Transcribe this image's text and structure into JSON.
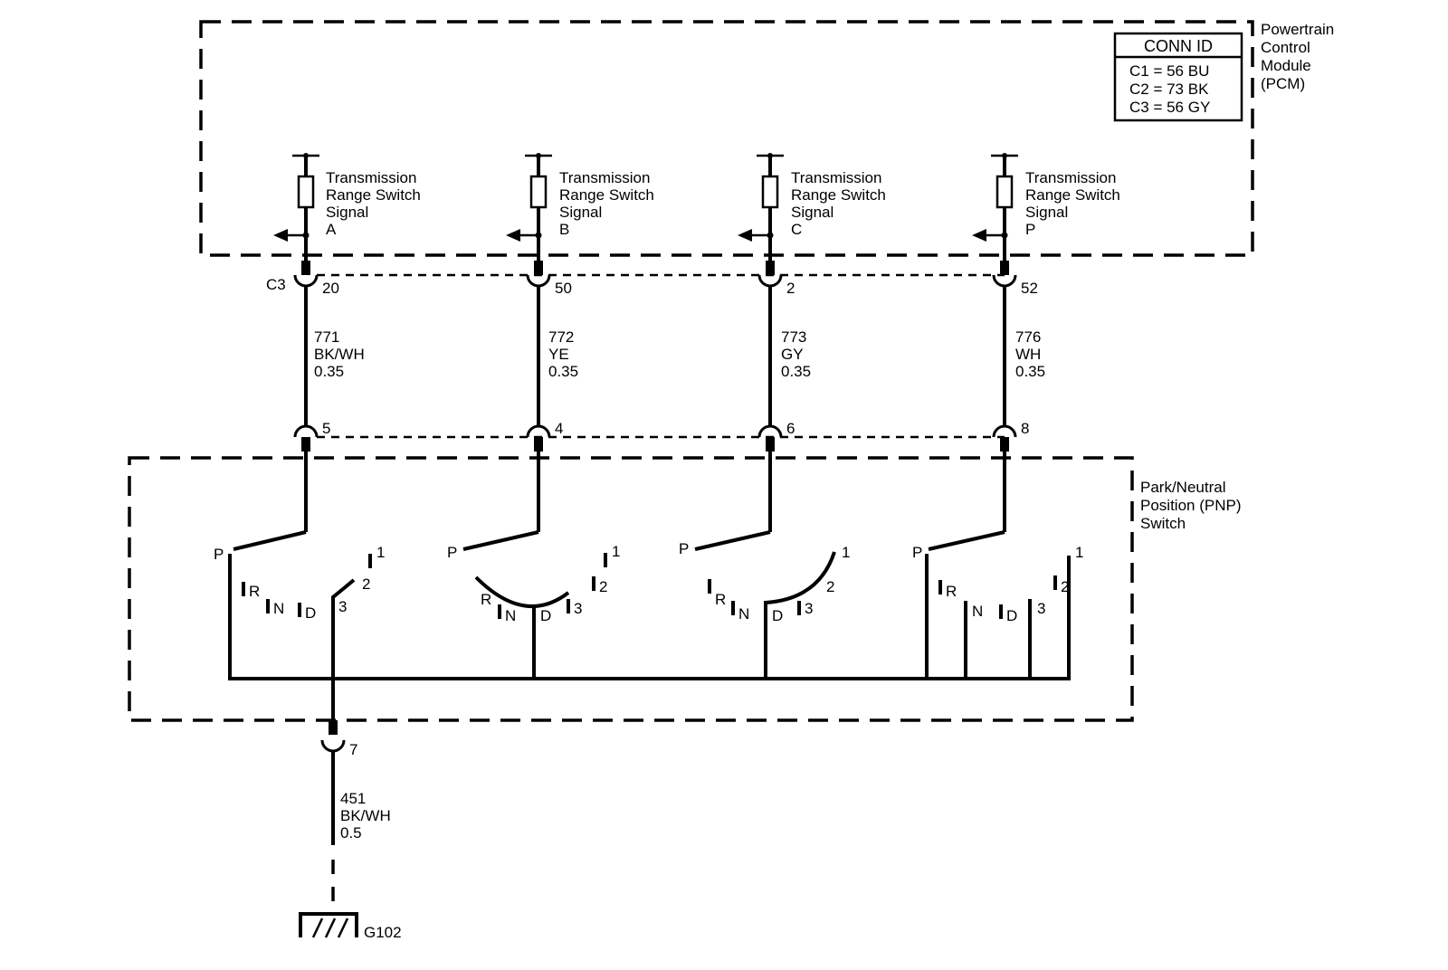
{
  "pcm": {
    "label_lines": [
      "Powertrain",
      "Control",
      "Module",
      "(PCM)"
    ],
    "conn_id": {
      "title": "CONN ID",
      "lines": [
        "C1 = 56 BU",
        "C2 = 73 BK",
        "C3 = 56 GY"
      ]
    },
    "connector_label": "C3"
  },
  "pnp": {
    "label_lines": [
      "Park/Neutral",
      "Position (PNP)",
      "Switch"
    ]
  },
  "circuits": [
    {
      "signal_lines": [
        "Transmission",
        "Range Switch",
        "Signal",
        "A"
      ],
      "pcm_pin": "20",
      "wire_lines": [
        "771",
        "BK/WH",
        "0.35"
      ],
      "switch_pin": "5"
    },
    {
      "signal_lines": [
        "Transmission",
        "Range Switch",
        "Signal",
        "B"
      ],
      "pcm_pin": "50",
      "wire_lines": [
        "772",
        "YE",
        "0.35"
      ],
      "switch_pin": "4"
    },
    {
      "signal_lines": [
        "Transmission",
        "Range Switch",
        "Signal",
        "C"
      ],
      "pcm_pin": "2",
      "wire_lines": [
        "773",
        "GY",
        "0.35"
      ],
      "switch_pin": "6"
    },
    {
      "signal_lines": [
        "Transmission",
        "Range Switch",
        "Signal",
        "P"
      ],
      "pcm_pin": "52",
      "wire_lines": [
        "776",
        "WH",
        "0.35"
      ],
      "switch_pin": "8"
    }
  ],
  "positions": {
    "p": "P",
    "r": "R",
    "n": "N",
    "d": "D",
    "three": "3",
    "two": "2",
    "one": "1"
  },
  "ground": {
    "pin": "7",
    "wire_lines": [
      "451",
      "BK/WH",
      "0.5"
    ],
    "label": "G102"
  }
}
